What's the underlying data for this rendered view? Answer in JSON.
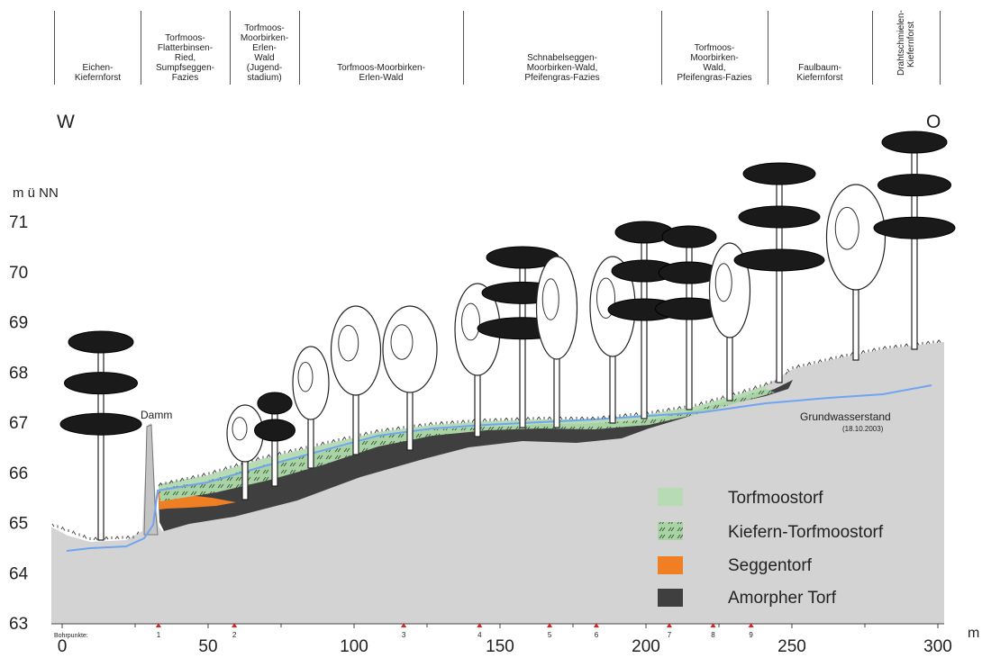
{
  "vegetation_zones": [
    {
      "label": "Eichen-\nKiefernforst"
    },
    {
      "label": "Torfmoos-\nFlatterbinsen-\nRied,\nSumpfseggen-\nFazies"
    },
    {
      "label": "Torfmoos-\nMoorbirken-\nErlen-\nWald\n(Jugend-\nstadium)"
    },
    {
      "label": "Torfmoos-Moorbirken-\nErlen-Wald"
    },
    {
      "label": "Schnabelseggen-\nMoorbirken-Wald,\nPfeifengras-Fazies"
    },
    {
      "label": "Torfmoos-\nMoorbirken-\nWald,\nPfeifengras-Fazies"
    },
    {
      "label": "Faulbaum-\nKiefernforst"
    },
    {
      "label": "Drahtschmielen-\nKiefernforst"
    }
  ],
  "direction": {
    "west": "W",
    "east": "O"
  },
  "annotations": {
    "damm": "Damm",
    "grundwasser": "Grundwasserstand",
    "grundwasser_date": "(18.10.2003)",
    "bohrpunkte": "Bohrpunkte:"
  },
  "chart_data": {
    "type": "area",
    "ylabel": "m ü NN",
    "xlabel": "m",
    "xlim": [
      0,
      300
    ],
    "ylim": [
      63,
      71
    ],
    "x_ticks": [
      "0",
      "50",
      "100",
      "150",
      "200",
      "250",
      "300"
    ],
    "y_ticks": [
      "63",
      "64",
      "65",
      "66",
      "67",
      "68",
      "69",
      "70",
      "71"
    ],
    "bohrpunkte": [
      {
        "label": "1",
        "x": 33
      },
      {
        "label": "2",
        "x": 59
      },
      {
        "label": "3",
        "x": 117
      },
      {
        "label": "4",
        "x": 143
      },
      {
        "label": "5",
        "x": 167
      },
      {
        "label": "6",
        "x": 183
      },
      {
        "label": "7",
        "x": 208
      },
      {
        "label": "8",
        "x": 223
      },
      {
        "label": "9",
        "x": 236
      }
    ],
    "layers": [
      {
        "name": "Torfmoostorf",
        "color": "#b7dcb5"
      },
      {
        "name": "Kiefern-Torfmoostorf",
        "color": "#a9d3a4"
      },
      {
        "name": "Seggentorf",
        "color": "#f07f24"
      },
      {
        "name": "Amorpher Torf",
        "color": "#3f3f3f"
      }
    ],
    "ground_color": "#d3d3d3",
    "groundwater_color": "#6ea4f0"
  }
}
